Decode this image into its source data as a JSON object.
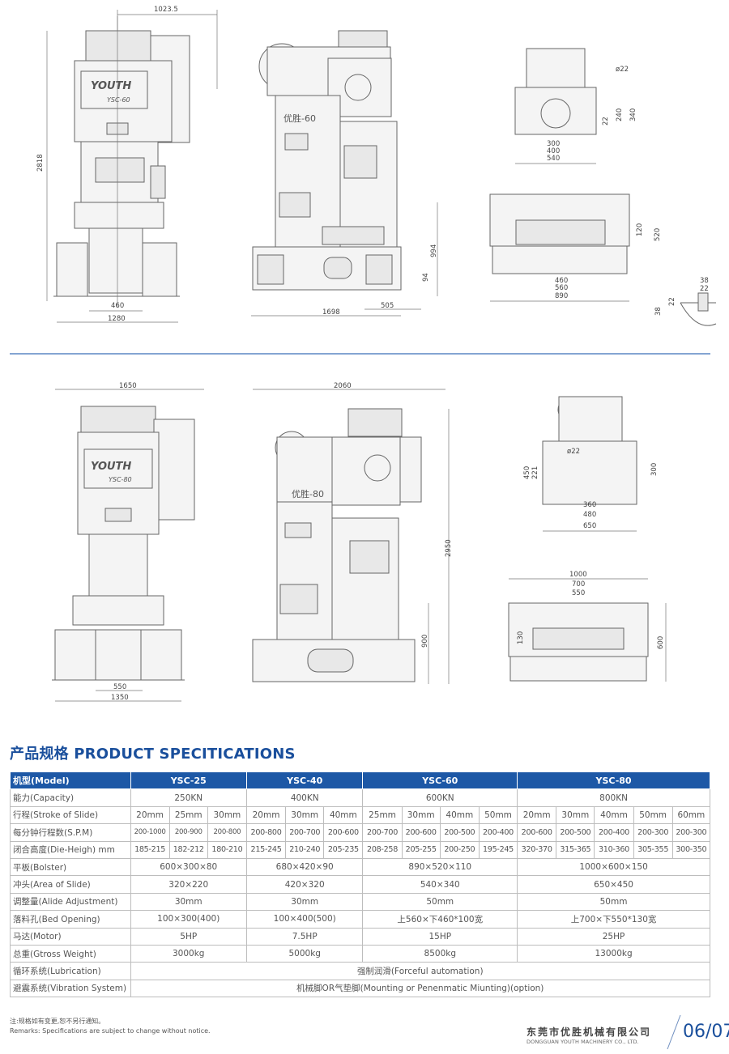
{
  "drawings": {
    "top": {
      "front_labels": [
        "1023.5",
        "2818",
        "460",
        "1280"
      ],
      "side_labels": [
        "1698",
        "994",
        "94",
        "505"
      ],
      "side_name": "优胜-60",
      "brand": "YOUTH",
      "model": "YSC-60",
      "plan_labels": [
        "ø22",
        "300",
        "400",
        "540",
        "22",
        "240",
        "340"
      ],
      "bolster_labels": [
        "460",
        "560",
        "890",
        "120",
        "520"
      ],
      "slot_labels": [
        "38",
        "22",
        "38",
        "22"
      ]
    },
    "bottom": {
      "front_labels": [
        "1650",
        "550",
        "1350"
      ],
      "side_labels": [
        "2060",
        "2950",
        "900"
      ],
      "side_name": "优胜-80",
      "brand": "YOUTH",
      "model": "YSC-80",
      "plan_labels": [
        "ø22",
        "450",
        "221",
        "300",
        "360",
        "480",
        "650"
      ],
      "bolster_labels": [
        "1000",
        "700",
        "550",
        "130",
        "600"
      ]
    }
  },
  "heading": "产品规格 PRODUCT SPECITICATIONS",
  "table": {
    "header": {
      "label": "机型(Model)",
      "models": [
        "YSC-25",
        "YSC-40",
        "YSC-60",
        "YSC-80"
      ]
    },
    "capacity": {
      "label": "能力(Capacity)",
      "values": [
        "250KN",
        "400KN",
        "600KN",
        "800KN"
      ]
    },
    "stroke": {
      "label": "行程(Stroke of Slide)",
      "values": [
        "20mm",
        "25mm",
        "30mm",
        "20mm",
        "30mm",
        "40mm",
        "25mm",
        "30mm",
        "40mm",
        "50mm",
        "20mm",
        "30mm",
        "40mm",
        "50mm",
        "60mm"
      ]
    },
    "spm": {
      "label": "每分钟行程数(S.P.M)",
      "values": [
        "200-1000",
        "200-900",
        "200-800",
        "200-800",
        "200-700",
        "200-600",
        "200-700",
        "200-600",
        "200-500",
        "200-400",
        "200-600",
        "200-500",
        "200-400",
        "200-300",
        "200-300"
      ]
    },
    "die_height": {
      "label": "闭合高度(Die-Heigh) mm",
      "values": [
        "185-215",
        "182-212",
        "180-210",
        "215-245",
        "210-240",
        "205-235",
        "208-258",
        "205-255",
        "200-250",
        "195-245",
        "320-370",
        "315-365",
        "310-360",
        "305-355",
        "300-350"
      ]
    },
    "bolster": {
      "label": "平板(Bolster)",
      "values": [
        "600×300×80",
        "680×420×90",
        "890×520×110",
        "1000×600×150"
      ]
    },
    "slide_area": {
      "label": "冲头(Area of Slide)",
      "values": [
        "320×220",
        "420×320",
        "540×340",
        "650×450"
      ]
    },
    "adjustment": {
      "label": "调整量(Alide Adjustment)",
      "values": [
        "30mm",
        "30mm",
        "50mm",
        "50mm"
      ]
    },
    "bed_opening": {
      "label": "落料孔(Bed Opening)",
      "values": [
        "100×300(400)",
        "100×400(500)",
        "上560×下460*100宽",
        "上700×下550*130宽"
      ]
    },
    "motor": {
      "label": "马达(Motor)",
      "values": [
        "5HP",
        "7.5HP",
        "15HP",
        "25HP"
      ]
    },
    "weight": {
      "label": "总重(Gtross Weight)",
      "values": [
        "3000kg",
        "5000kg",
        "8500kg",
        "13000kg"
      ]
    },
    "lubrication": {
      "label": "循环系统(Lubrication)",
      "value": "强制润滑(Forceful automation)"
    },
    "vibration": {
      "label": "避震系统(Vibration System)",
      "value": "机械脚OR气垫脚(Mounting or Penenmatic Miunting)(option)"
    }
  },
  "notes": {
    "cn": "注:规格如有变更,恕不另行通知。",
    "en": "Remarks: Specifications are subject to change without notice."
  },
  "footer": {
    "company_cn": "东莞市优胜机械有限公司",
    "company_en": "DONGGUAN YOUTH MACHINERY CO., LTD.",
    "page": "06/07"
  },
  "colors": {
    "accent": "#1d58a6",
    "heading": "#1a4f9c",
    "divider": "#3a6fb6"
  }
}
